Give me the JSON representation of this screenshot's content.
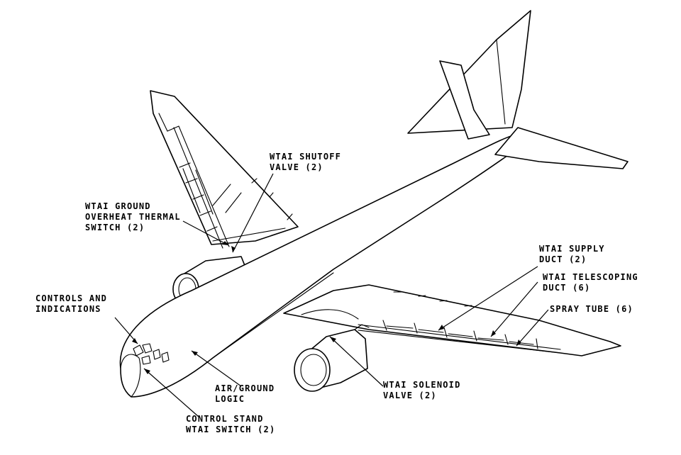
{
  "labels": {
    "shutoff_valve": [
      "WTAI SHUTOFF",
      "VALVE (2)"
    ],
    "ground_overheat_switch": [
      "WTAI GROUND",
      "OVERHEAT THERMAL",
      "SWITCH (2)"
    ],
    "controls_indications": [
      "CONTROLS AND",
      "INDICATIONS"
    ],
    "supply_duct": [
      "WTAI SUPPLY",
      "DUCT (2)"
    ],
    "telescoping_duct": [
      "WTAI TELESCOPING",
      "DUCT (6)"
    ],
    "spray_tube": [
      "SPRAY TUBE (6)"
    ],
    "air_ground_logic": [
      "AIR/GROUND",
      "LOGIC"
    ],
    "solenoid_valve": [
      "WTAI SOLENOID",
      "VALVE (2)"
    ],
    "control_stand_switch": [
      "CONTROL STAND",
      "WTAI SWITCH (2)"
    ]
  }
}
